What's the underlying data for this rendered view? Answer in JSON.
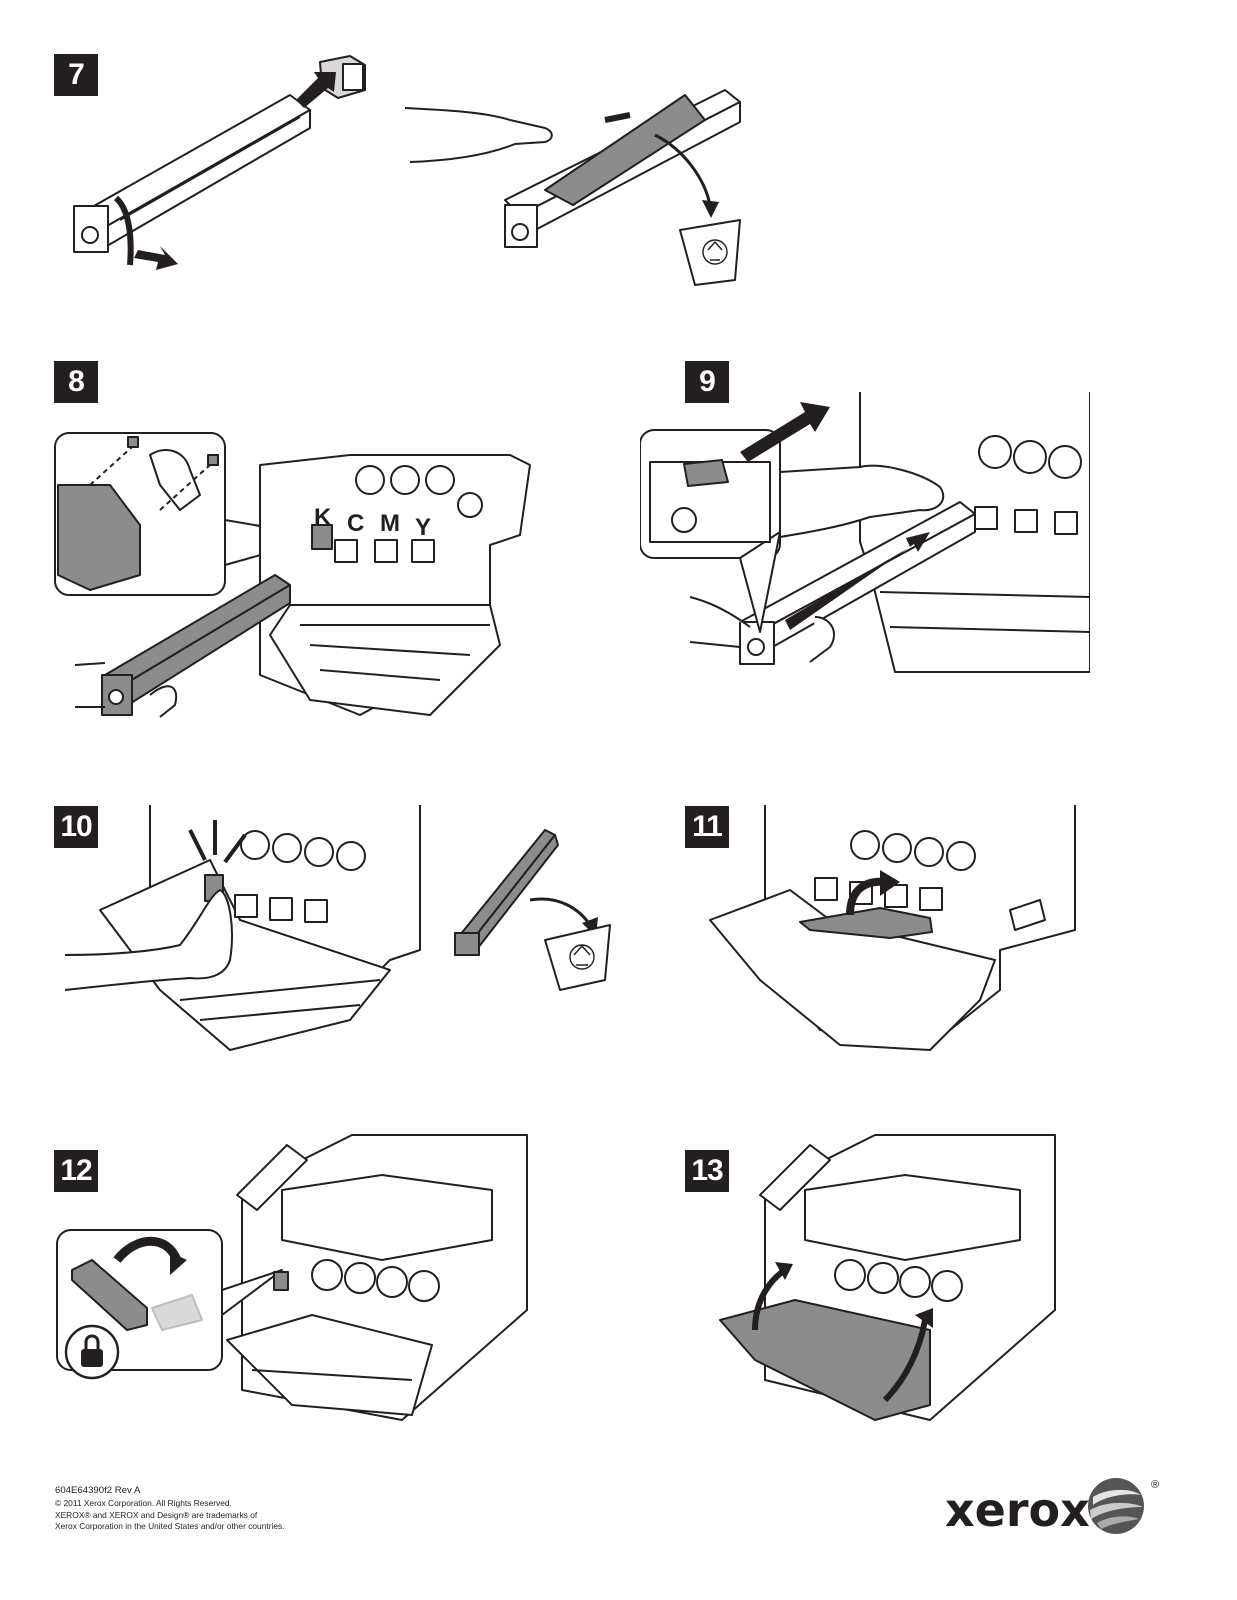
{
  "steps": [
    {
      "number": "7"
    },
    {
      "number": "8"
    },
    {
      "number": "9"
    },
    {
      "number": "10"
    },
    {
      "number": "11"
    },
    {
      "number": "12"
    },
    {
      "number": "13"
    }
  ],
  "step8_color_labels": [
    "K",
    "C",
    "M",
    "Y"
  ],
  "footer": {
    "doc_code": "604E64390f2 Rev A",
    "copyright": "© 2011 Xerox Corporation. All Rights Reserved.",
    "trademark_line1": "XEROX® and XEROX and Design® are trademarks of",
    "trademark_line2": "Xerox Corporation in the United States and/or other countries."
  },
  "brand": {
    "wordmark": "xerox",
    "registered": "®"
  },
  "icons": [
    "arrow-icon",
    "recycle-bin-icon",
    "lock-icon",
    "hand-icon"
  ],
  "colors": {
    "ink": "#231f20",
    "shaded_part": "#8c8c8c",
    "light_part": "#d9d9d9"
  }
}
